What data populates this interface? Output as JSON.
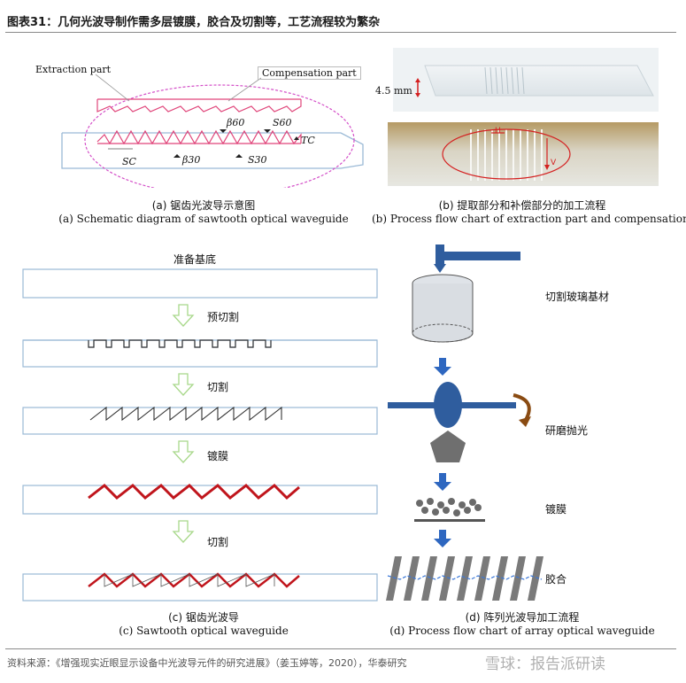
{
  "figure": {
    "title": "图表31：几何光波导制作需多层镀膜，胶合及切割等，工艺流程较为繁杂",
    "source": "资料来源：《增强现实近眼显示设备中光波导元件的研究进展》（姜玉婷等，2020），华泰研究",
    "watermark": "雪球：报告派研读"
  },
  "panel_a": {
    "extraction_label": "Extraction part",
    "compensation_label": "Compensation part",
    "beta60": "β60",
    "s60": "S60",
    "tc": "TC",
    "sc": "SC",
    "beta30": "β30",
    "s30": "S30",
    "caption_cn": "(a) 锯齿光波导示意图",
    "caption_en": "(a) Schematic diagram of sawtooth optical waveguide"
  },
  "panel_b": {
    "thickness": "4.5 mm",
    "h_mark": "H",
    "v_mark": "V",
    "caption_cn": "(b) 提取部分和补偿部分的加工流程",
    "caption_en": "(b) Process flow chart of extraction part and compensation part"
  },
  "panel_c": {
    "step0": "准备基底",
    "step1": "预切割",
    "step2": "切割",
    "step3": "镀膜",
    "step4": "切割",
    "caption_cn": "(c) 锯齿光波导",
    "caption_en": "(c) Sawtooth optical waveguide"
  },
  "panel_d": {
    "step1": "切割玻璃基材",
    "step2": "研磨抛光",
    "step3": "镀膜",
    "step4": "胶合",
    "caption_cn": "(d) 阵列光波导加工流程",
    "caption_en": "(d) Process flow chart of array optical waveguide"
  },
  "colors": {
    "sawtooth_pink": "#e0457a",
    "ellipse_magenta": "#d44fc8",
    "coating_red": "#c0151c",
    "arrow_green": "#b8e09a",
    "arrow_blue": "#2e67c0",
    "steel_blue": "#2f5d9e",
    "substrate_border": "#9ab9d6"
  }
}
